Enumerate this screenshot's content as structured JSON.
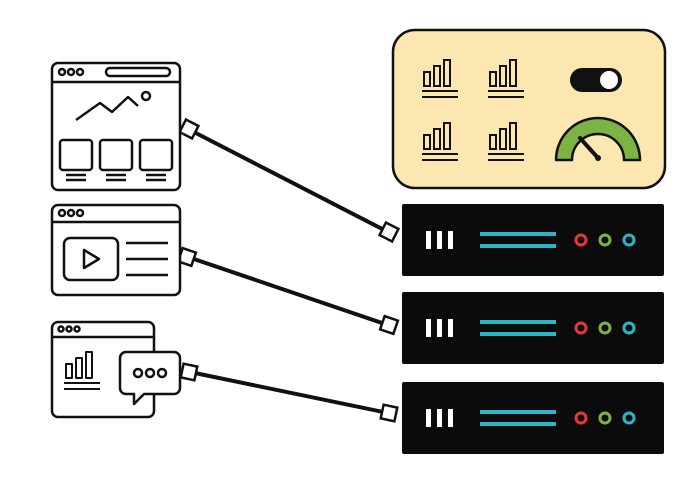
{
  "colors": {
    "stroke": "#111111",
    "server_body": "#0b0b0b",
    "server_lines": "#29b6c7",
    "dashboard_bg": "#fde7b0",
    "gauge_green": "#7cb342",
    "led_red": "#e53935",
    "led_green": "#7cb342",
    "led_cyan": "#29b6c7"
  },
  "clients": [
    {
      "name": "media-gallery-window",
      "icon": "image-gallery-window-icon"
    },
    {
      "name": "video-player-window",
      "icon": "video-player-window-icon"
    },
    {
      "name": "analytics-chat-window",
      "icon": "chart-chat-window-icon"
    }
  ],
  "servers": [
    {
      "name": "server-1",
      "leds": [
        "red",
        "green",
        "cyan"
      ]
    },
    {
      "name": "server-2",
      "leds": [
        "red",
        "green",
        "cyan"
      ]
    },
    {
      "name": "server-3",
      "leds": [
        "red",
        "green",
        "cyan"
      ]
    }
  ],
  "dashboard": {
    "widgets": [
      "bar-chart-icon",
      "bar-chart-icon",
      "bar-chart-icon",
      "bar-chart-icon",
      "toggle-switch-icon",
      "gauge-icon"
    ],
    "toggle_on": true
  },
  "connections": [
    {
      "from": "media-gallery-window",
      "to": "server-1"
    },
    {
      "from": "video-player-window",
      "to": "server-2"
    },
    {
      "from": "analytics-chat-window",
      "to": "server-3"
    }
  ]
}
